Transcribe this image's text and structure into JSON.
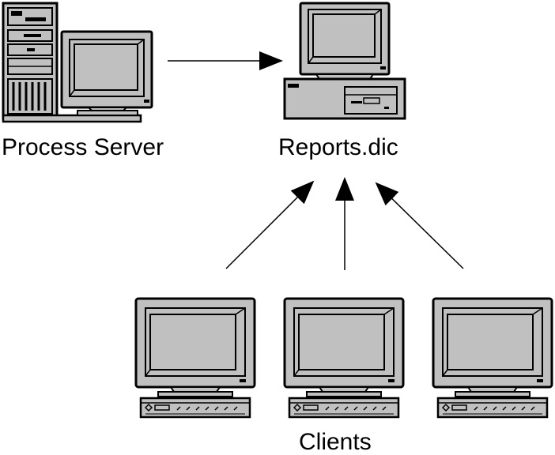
{
  "labels": {
    "process_server": "Process Server",
    "reports": "Reports.dic",
    "clients": "Clients"
  },
  "icons": {
    "process_server": "tower-server-with-monitor-icon",
    "reports": "desktop-computer-icon",
    "client": "client-workstation-icon"
  },
  "client_count": 3,
  "colors": {
    "stroke": "#000000",
    "body": "#c0c0c0",
    "screen": "#c0c0c0",
    "background": "#ffffff"
  }
}
